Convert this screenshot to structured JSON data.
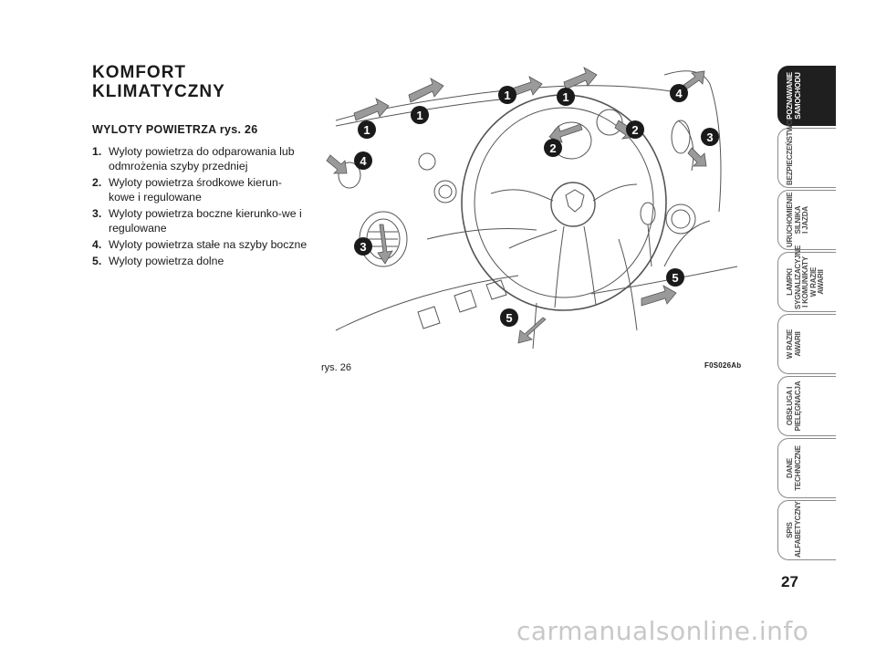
{
  "title": {
    "line1": "KOMFORT",
    "line2": "KLIMATYCZNY"
  },
  "section": {
    "heading": "WYLOTY POWIETRZA rys. 26"
  },
  "vents": [
    {
      "num": "1.",
      "text": "Wyloty powietrza do odparowania lub odmrożenia szyby przedniej"
    },
    {
      "num": "2.",
      "text": "Wyloty powietrza środkowe kierun-kowe i regulowane"
    },
    {
      "num": "3.",
      "text": "Wyloty powietrza boczne kierunko-we i regulowane"
    },
    {
      "num": "4.",
      "text": "Wyloty powietrza stałe na szyby boczne"
    },
    {
      "num": "5.",
      "text": "Wyloty powietrza dolne"
    }
  ],
  "figure": {
    "caption": "rys. 26",
    "code": "F0S026Ab",
    "callouts": [
      "1",
      "1",
      "1",
      "1",
      "2",
      "2",
      "3",
      "3",
      "4",
      "4",
      "5",
      "5"
    ]
  },
  "nav": [
    {
      "label": "POZNAWANIE\nSAMOCHODU",
      "active": true
    },
    {
      "label": "BEZPIECZEŃSTWO",
      "active": false
    },
    {
      "label": "URUCHOMIENIE\nSILNIKA\nI JAZDA",
      "active": false
    },
    {
      "label": "LAMPKI\nSYGNALIZACYJNE\nI KOMUNIKATY\nW RAZIE AWARII",
      "active": false
    },
    {
      "label": "W RAZIE\nAWARII",
      "active": false
    },
    {
      "label": "OBSŁUGA I\nPIELĘGNACJA",
      "active": false
    },
    {
      "label": "DANE\nTECHNICZNE",
      "active": false
    },
    {
      "label": "SPIS\nALFABETYCZNY",
      "active": false
    }
  ],
  "page_number": "27",
  "watermark": "carmanualsonline.info",
  "colors": {
    "tab_active": "#1f1f1f",
    "tab_border": "#8a8a8a",
    "arrow_fill": "#9a9a9a"
  }
}
